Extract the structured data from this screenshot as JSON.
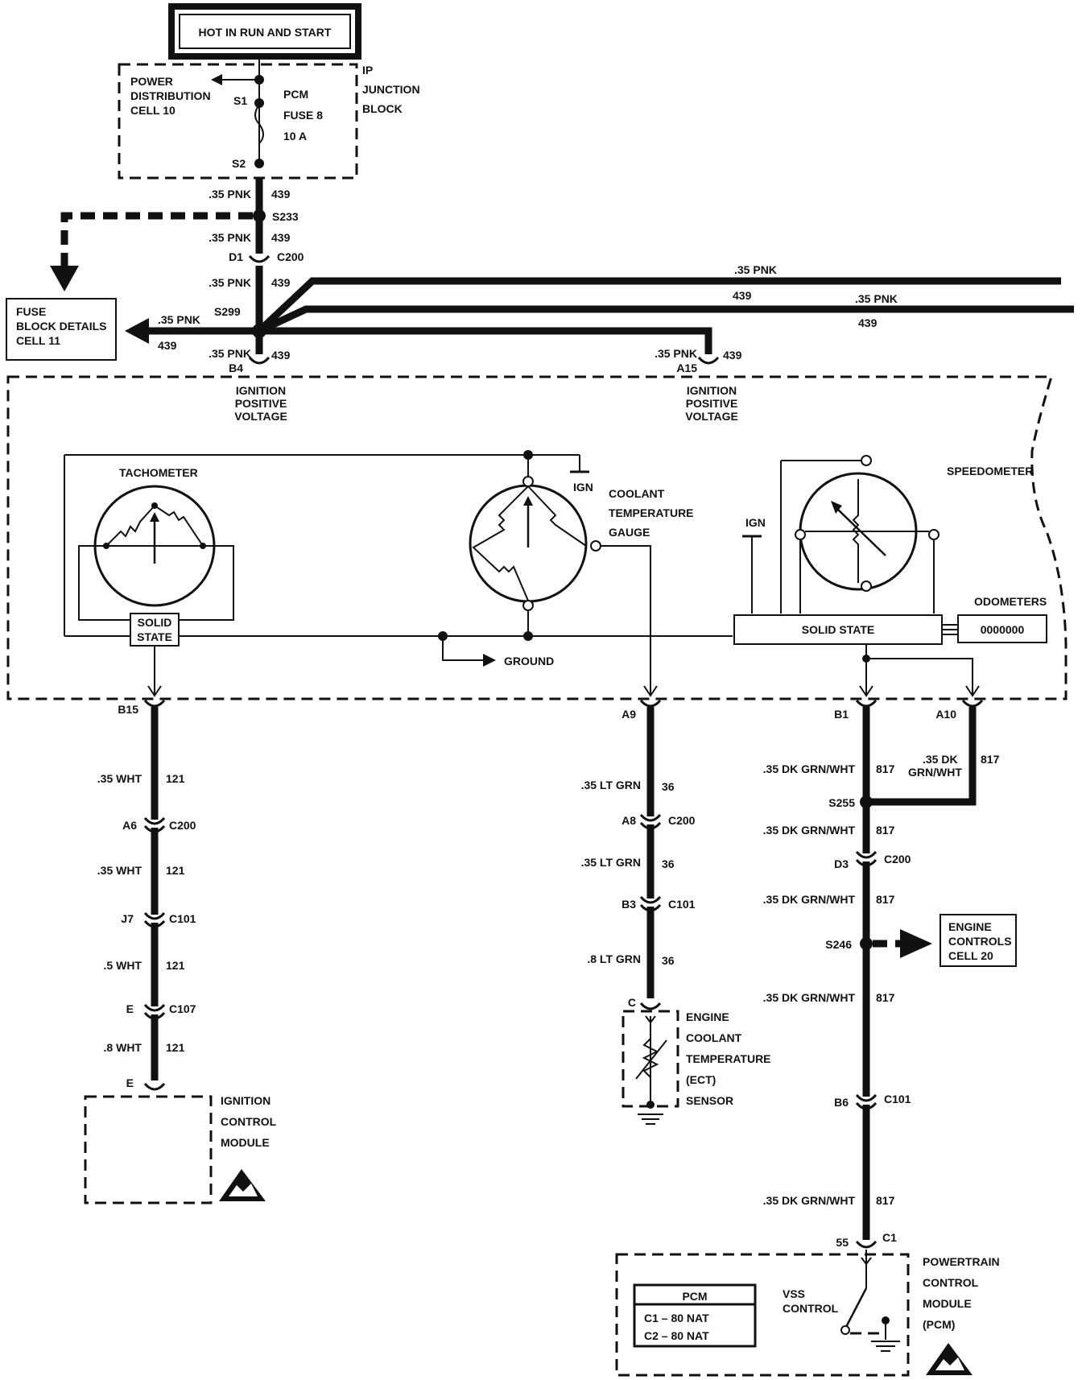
{
  "header": {
    "title": "HOT IN RUN AND START"
  },
  "junction_block": {
    "label_lines": [
      "IP",
      "JUNCTION",
      "BLOCK"
    ],
    "power_distribution": [
      "POWER",
      "DISTRIBUTION",
      "CELL 10"
    ],
    "s1": "S1",
    "s2": "S2",
    "fuse_lines": [
      "PCM",
      "FUSE 8",
      "10 A"
    ]
  },
  "fuse_block_details": [
    "FUSE",
    "BLOCK DETAILS",
    "CELL 11"
  ],
  "top_wires": {
    "wire_size": ".35 PNK",
    "circuit": "439",
    "s233": "S233",
    "d1": "D1",
    "c200": "C200",
    "s299": "S299",
    "b4": "B4",
    "a15": "A15"
  },
  "ignition_labels": [
    "IGNITION",
    "POSITIVE",
    "VOLTAGE"
  ],
  "cluster": {
    "tachometer": "TACHOMETER",
    "solid_state_tach": [
      "SOLID",
      "STATE"
    ],
    "ign": "IGN",
    "coolant_gauge": [
      "COOLANT",
      "TEMPERATURE",
      "GAUGE"
    ],
    "ground": "GROUND",
    "speedometer": "SPEEDOMETER",
    "solid_state": "SOLID STATE",
    "odometers": "ODOMETERS",
    "odometer_digits": "0000000"
  },
  "left_circuit": {
    "b15": "B15",
    "segments": [
      {
        "wire": ".35 WHT",
        "circuit": "121"
      },
      {
        "wire": ".35 WHT",
        "circuit": "121"
      },
      {
        "wire": ".5 WHT",
        "circuit": "121"
      },
      {
        "wire": ".8 WHT",
        "circuit": "121"
      }
    ],
    "connectors": [
      {
        "pin": "A6",
        "name": "C200"
      },
      {
        "pin": "J7",
        "name": "C101"
      },
      {
        "pin": "E",
        "name": "C107"
      }
    ],
    "end_pin": "E",
    "module": [
      "IGNITION",
      "CONTROL",
      "MODULE"
    ]
  },
  "mid_circuit": {
    "a9": "A9",
    "segments": [
      {
        "wire": ".35 LT GRN",
        "circuit": "36"
      },
      {
        "wire": ".35 LT GRN",
        "circuit": "36"
      },
      {
        "wire": ".8 LT GRN",
        "circuit": "36"
      }
    ],
    "connectors": [
      {
        "pin": "A8",
        "name": "C200"
      },
      {
        "pin": "B3",
        "name": "C101"
      }
    ],
    "end_pin": "C",
    "sensor": [
      "ENGINE",
      "COOLANT",
      "TEMPERATURE",
      "(ECT)",
      "SENSOR"
    ]
  },
  "right_circuit": {
    "b1": "B1",
    "a10": "A10",
    "wire": ".35 DK GRN/WHT",
    "wire_split": [
      ".35 DK",
      "GRN/WHT"
    ],
    "circuit": "817",
    "s255": "S255",
    "d3": "D3",
    "c200": "C200",
    "s246": "S246",
    "engine_controls": [
      "ENGINE",
      "CONTROLS",
      "CELL 20"
    ],
    "b6": "B6",
    "c101": "C101",
    "pin55": "55",
    "c1": "C1",
    "vss": [
      "VSS",
      "CONTROL"
    ],
    "pcm_table": {
      "title": "PCM",
      "rows": [
        "C1 – 80 NAT",
        "C2 – 80 NAT"
      ]
    },
    "pcm_label": [
      "POWERTRAIN",
      "CONTROL",
      "MODULE",
      "(PCM)"
    ]
  }
}
